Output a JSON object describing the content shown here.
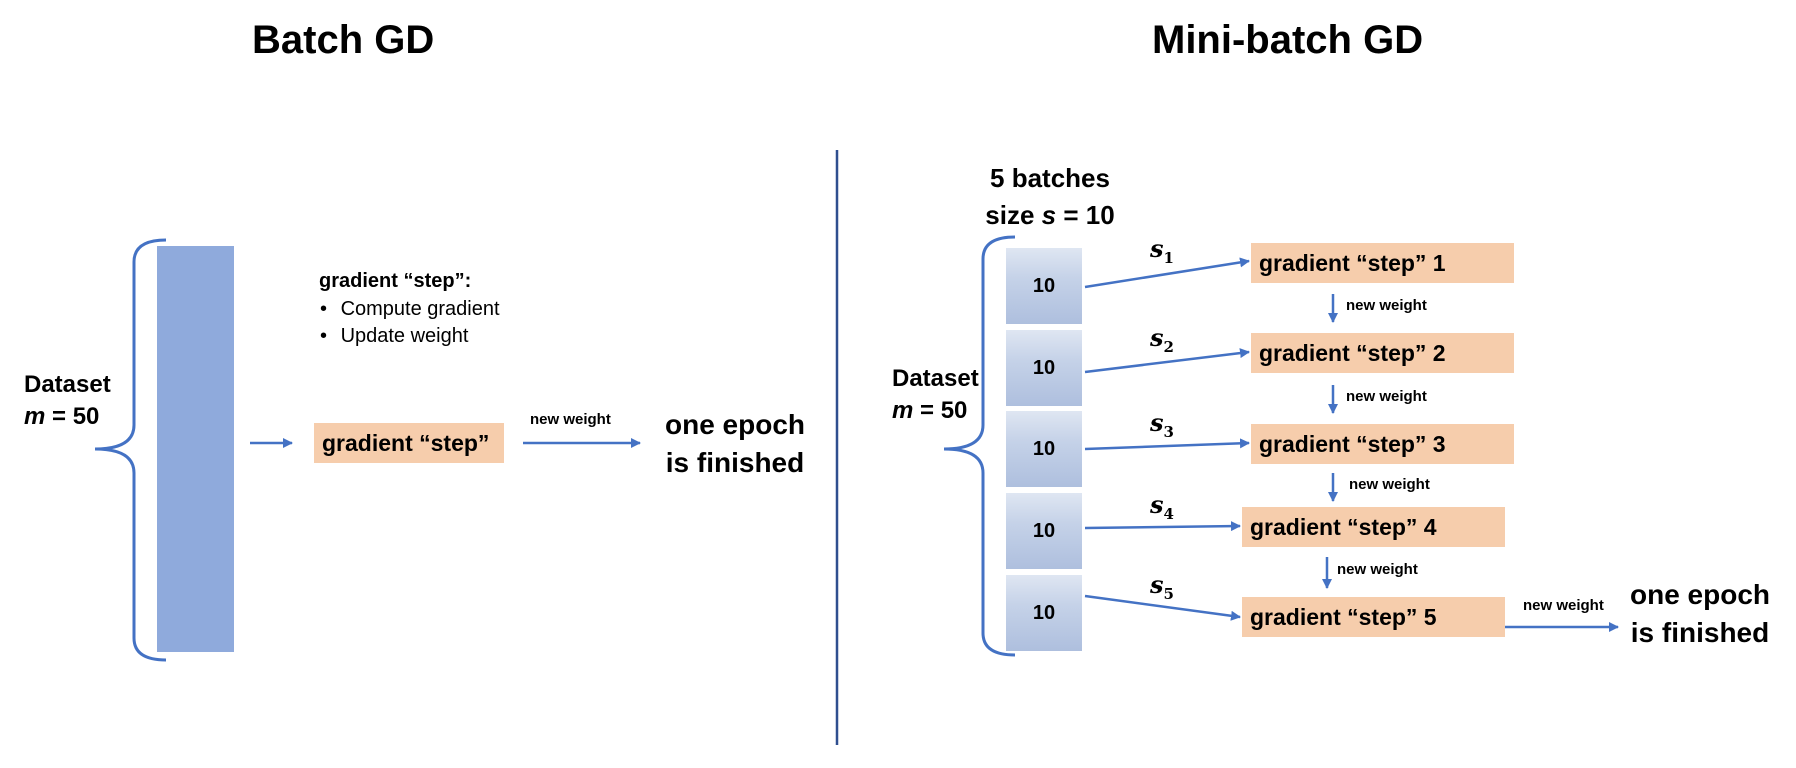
{
  "batch": {
    "title": "Batch GD",
    "dataset_label": "Dataset",
    "dataset_var": "m",
    "dataset_size": " = 50",
    "step_info_title": "gradient “step”:",
    "step_bullets": [
      "Compute gradient",
      "Update weight"
    ],
    "gradient_step_label": "gradient “step”",
    "new_weight_label": "new weight",
    "epoch_line1": "one epoch",
    "epoch_line2": "is finished"
  },
  "minibatch": {
    "title": "Mini-batch GD",
    "batches_line1": "5 batches",
    "batches_line2_prefix": "size ",
    "batches_line2_var": "s",
    "batches_line2_suffix": " = 10",
    "dataset_label": "Dataset",
    "dataset_var": "m",
    "dataset_size": " = 50",
    "batches": [
      {
        "size": "10",
        "s_var": "s",
        "s_sub": "1",
        "step": "gradient “step” 1"
      },
      {
        "size": "10",
        "s_var": "s",
        "s_sub": "2",
        "step": "gradient “step” 2"
      },
      {
        "size": "10",
        "s_var": "s",
        "s_sub": "3",
        "step": "gradient “step” 3"
      },
      {
        "size": "10",
        "s_var": "s",
        "s_sub": "4",
        "step": "gradient “step” 4"
      },
      {
        "size": "10",
        "s_var": "s",
        "s_sub": "5",
        "step": "gradient “step” 5"
      }
    ],
    "new_weight_labels": [
      "new weight",
      "new weight",
      "new weight",
      "new weight",
      "new weight"
    ],
    "epoch_line1": "one epoch",
    "epoch_line2": "is finished"
  },
  "colors": {
    "arrow": "#4472c4",
    "divider": "#2f4f8f",
    "dataset_bar": "#8faadc",
    "step_box": "#f6cdac"
  }
}
